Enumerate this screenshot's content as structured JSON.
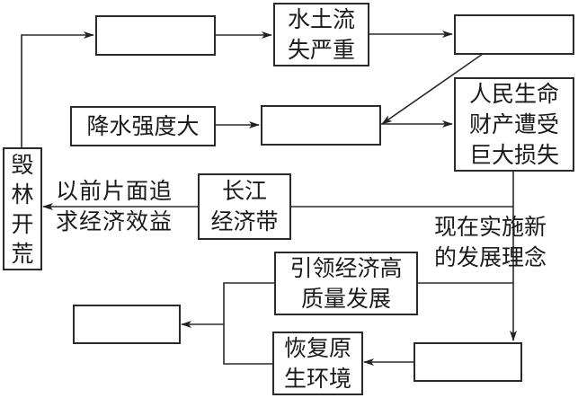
{
  "diagram": {
    "nodes": {
      "blank_top_left": {
        "text": ""
      },
      "soil_erosion": {
        "text": "水土流\n失严重"
      },
      "blank_top_right": {
        "text": ""
      },
      "heavy_rain": {
        "text": "降水强度大"
      },
      "blank_middle": {
        "text": ""
      },
      "loss": {
        "text": "人民生命\n财产遭受\n巨大损失"
      },
      "deforestation": {
        "text": "毁\n林\n开\n荒"
      },
      "yangtze_belt": {
        "text": "长江\n经济带"
      },
      "high_quality": {
        "text": "引领经济高\n质量发展"
      },
      "blank_bottom_left": {
        "text": ""
      },
      "restore_env": {
        "text": "恢复原\n生环境"
      },
      "blank_bottom_right": {
        "text": ""
      }
    },
    "edge_labels": {
      "past": "以前片面追\n求经济效益",
      "now": "现在实施新\n的发展理念"
    }
  }
}
